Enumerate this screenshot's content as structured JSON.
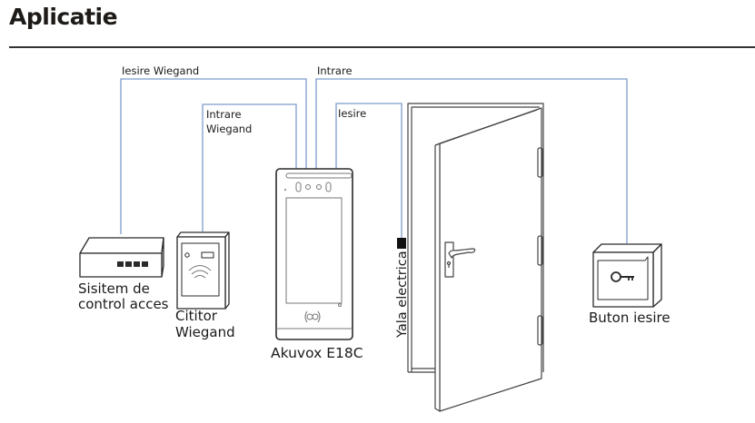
{
  "header": {
    "title": "Aplicatie"
  },
  "colors": {
    "wire": "#7e9ccc",
    "outline": "#3a3a3a",
    "lock": "#111111"
  },
  "diagram": {
    "wires": [
      {
        "id": "iesire-wiegand",
        "label": "Iesire Wiegand"
      },
      {
        "id": "intrare-wiegand",
        "label_line1": "Intrare",
        "label_line2": "Wiegand"
      },
      {
        "id": "intrare",
        "label": "Intrare"
      },
      {
        "id": "iesire",
        "label": "Iesire"
      }
    ],
    "devices": {
      "controller": {
        "label_line1": "Sisitem de",
        "label_line2": "control acces",
        "icon": "access-controller-icon"
      },
      "reader": {
        "label_line1": "Cititor",
        "label_line2": "Wiegand",
        "icon": "card-reader-icon"
      },
      "intercom": {
        "label": "Akuvox E18C",
        "icon": "intercom-panel-icon"
      },
      "lock": {
        "label": "Yala electrica",
        "icon": "electric-lock-icon"
      },
      "door": {
        "icon": "door-icon"
      },
      "exit_button": {
        "label": "Buton iesire",
        "icon": "exit-button-icon"
      }
    }
  }
}
